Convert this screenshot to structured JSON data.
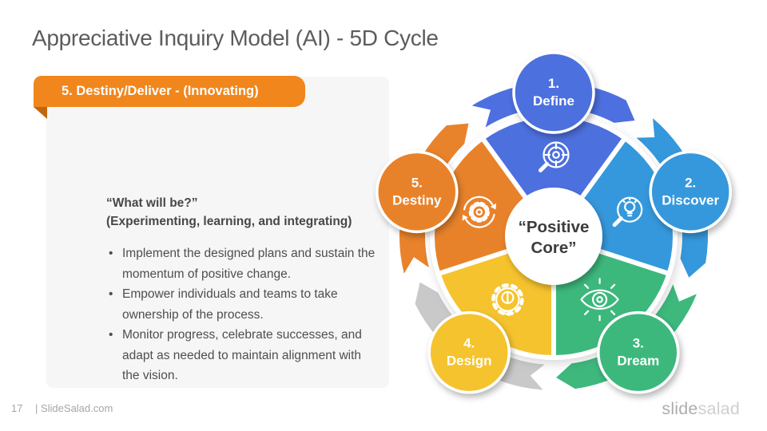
{
  "slide": {
    "title": "Appreciative Inquiry Model (AI) - 5D Cycle",
    "footer": {
      "page_number": "17",
      "site": "| SlideSalad.com"
    },
    "brand": {
      "part1": "slide",
      "part2": "salad"
    }
  },
  "panel": {
    "badge_label": "5. Destiny/Deliver - (Innovating)",
    "question": "“What will be?”",
    "subtitle": "(Experimenting, learning, and integrating)",
    "bullets": [
      "Implement the designed plans and sustain the momentum of positive change.",
      "Empower individuals and teams to take ownership of the process.",
      "Monitor progress, celebrate successes, and adapt as needed to maintain alignment with the vision."
    ],
    "colors": {
      "badge": "#F0861C",
      "badge_fold": "#C1660F",
      "panel_bg": "#F6F6F6"
    }
  },
  "diagram": {
    "center_label": {
      "line1": "“Positive",
      "line2": "Core”"
    },
    "segments": [
      {
        "number": "1.",
        "name": "Define",
        "color": "#4E6FDF",
        "arc_color": "#4E6FDF",
        "icon": "magnifier-target"
      },
      {
        "number": "2.",
        "name": "Discover",
        "color": "#3598DC",
        "arc_color": "#3598DC",
        "icon": "magnifier-bulb"
      },
      {
        "number": "3.",
        "name": "Dream",
        "color": "#3EB87D",
        "arc_color": "#3EB87D",
        "icon": "eye-vision"
      },
      {
        "number": "4.",
        "name": "Design",
        "color": "#F5C32D",
        "arc_color": "#C9C9C9",
        "icon": "gear-brain"
      },
      {
        "number": "5.",
        "name": "Destiny",
        "color": "#E8822B",
        "arc_color": "#E8822B",
        "icon": "gear-cycle"
      }
    ]
  }
}
